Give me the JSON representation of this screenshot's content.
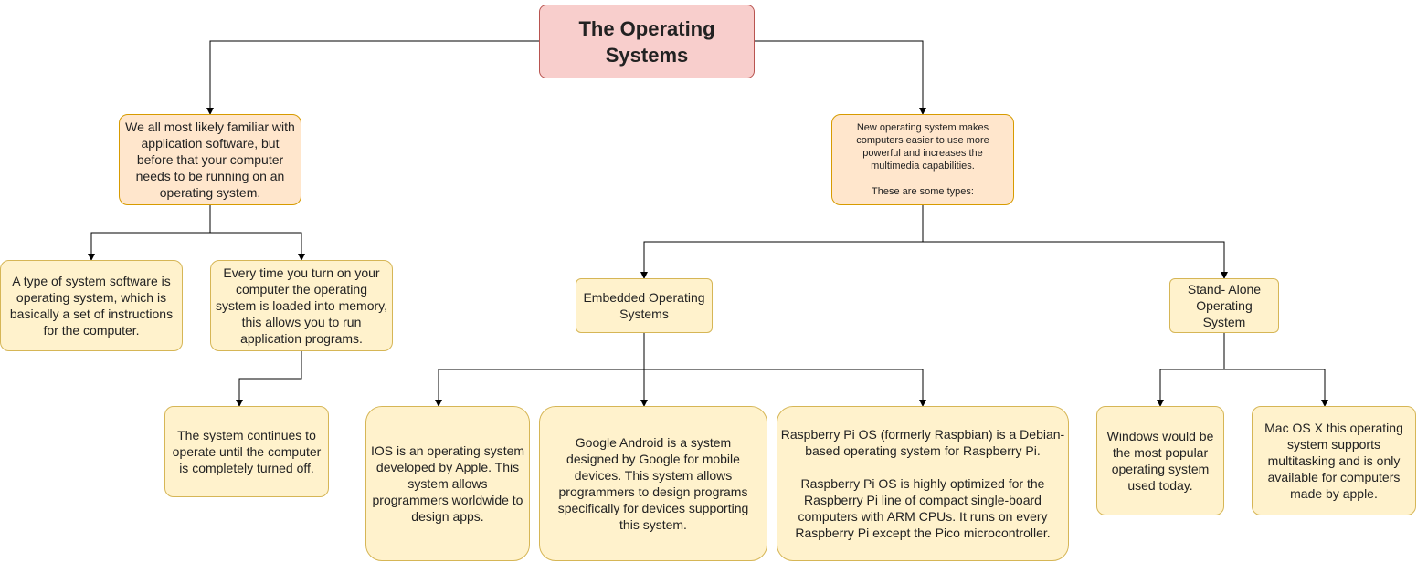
{
  "diagram": {
    "title": "The Operating Systems",
    "nodes": {
      "intro": "We all most likely familiar with application software, but before that your computer needs to be running on an operating system.",
      "newos": "New operating system makes computers easier to use more powerful and increases the multimedia capabilities.\n\nThese are some types:",
      "definition": "A type of system software is operating system, which is basically a set of instructions for the computer.",
      "bootup": "Every time you turn on your computer the operating system is loaded into memory, this allows you to run application programs.",
      "continues": "The system continues to operate until the computer is completely turned off.",
      "embedded": "Embedded Operating Systems",
      "standalone": "Stand- Alone Operating System",
      "ios": "IOS is an operating system developed by Apple. This system allows programmers worldwide to design apps.",
      "android": "Google Android is a system designed by Google for mobile devices. This system allows programmers to design programs specifically for devices supporting this system.",
      "raspberry": "Raspberry Pi OS (formerly Raspbian) is a Debian-based operating system for Raspberry Pi.\n\nRaspberry Pi OS is highly optimized for the Raspberry Pi line of compact single-board computers with ARM CPUs. It runs on every Raspberry Pi except the Pico microcontroller.",
      "windows": "Windows would be the most popular operating system used today.",
      "macos": "Mac OS X this operating system supports multitasking and is only available for computers made by apple."
    }
  }
}
